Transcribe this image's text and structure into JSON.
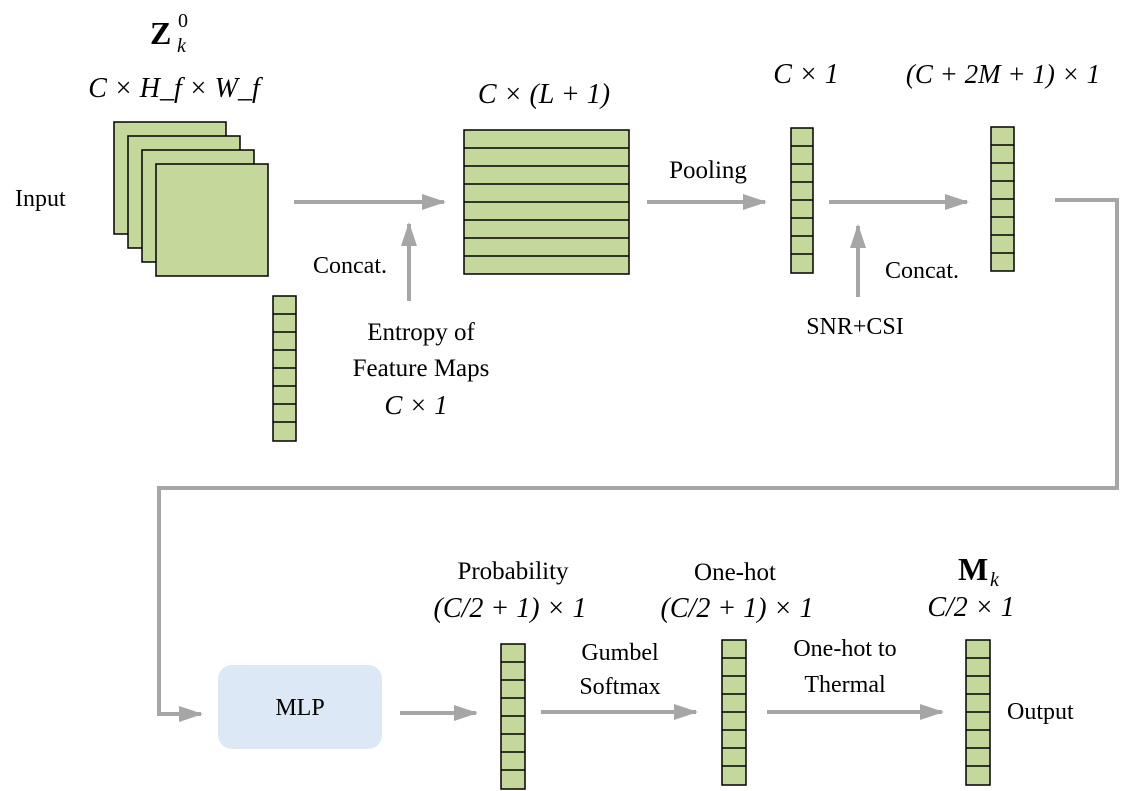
{
  "diagram": {
    "colors": {
      "cell_fill": "#c5d89c",
      "cell_stroke": "#000000",
      "arrow": "#a6a6a6",
      "mlp_fill": "#dce8f5"
    },
    "labels": {
      "input": "Input",
      "input_var": "Z",
      "input_var_sup": "0",
      "input_var_sub": "k",
      "input_dims": "C × H_f × W_f",
      "concat_dims": "C × (L + 1)",
      "pooled_dims": "C × 1",
      "combined_dims": "(C + 2M + 1) × 1",
      "pooling": "Pooling",
      "concat1": "Concat.",
      "concat2": "Concat.",
      "entropy_line1": "Entropy of",
      "entropy_line2": "Feature Maps",
      "entropy_dims": "C × 1",
      "snr_csi": "SNR+CSI",
      "mlp": "MLP",
      "probability": "Probability",
      "probability_dims": "(C/2 + 1) × 1",
      "onehot": "One-hot",
      "onehot_dims": "(C/2 + 1) × 1",
      "output_var": "M",
      "output_var_sub": "k",
      "output_dims": "C/2 × 1",
      "gumbel_line1": "Gumbel",
      "gumbel_line2": "Softmax",
      "onehot_thermal_line1": "One-hot to",
      "onehot_thermal_line2": "Thermal",
      "output": "Output"
    }
  }
}
